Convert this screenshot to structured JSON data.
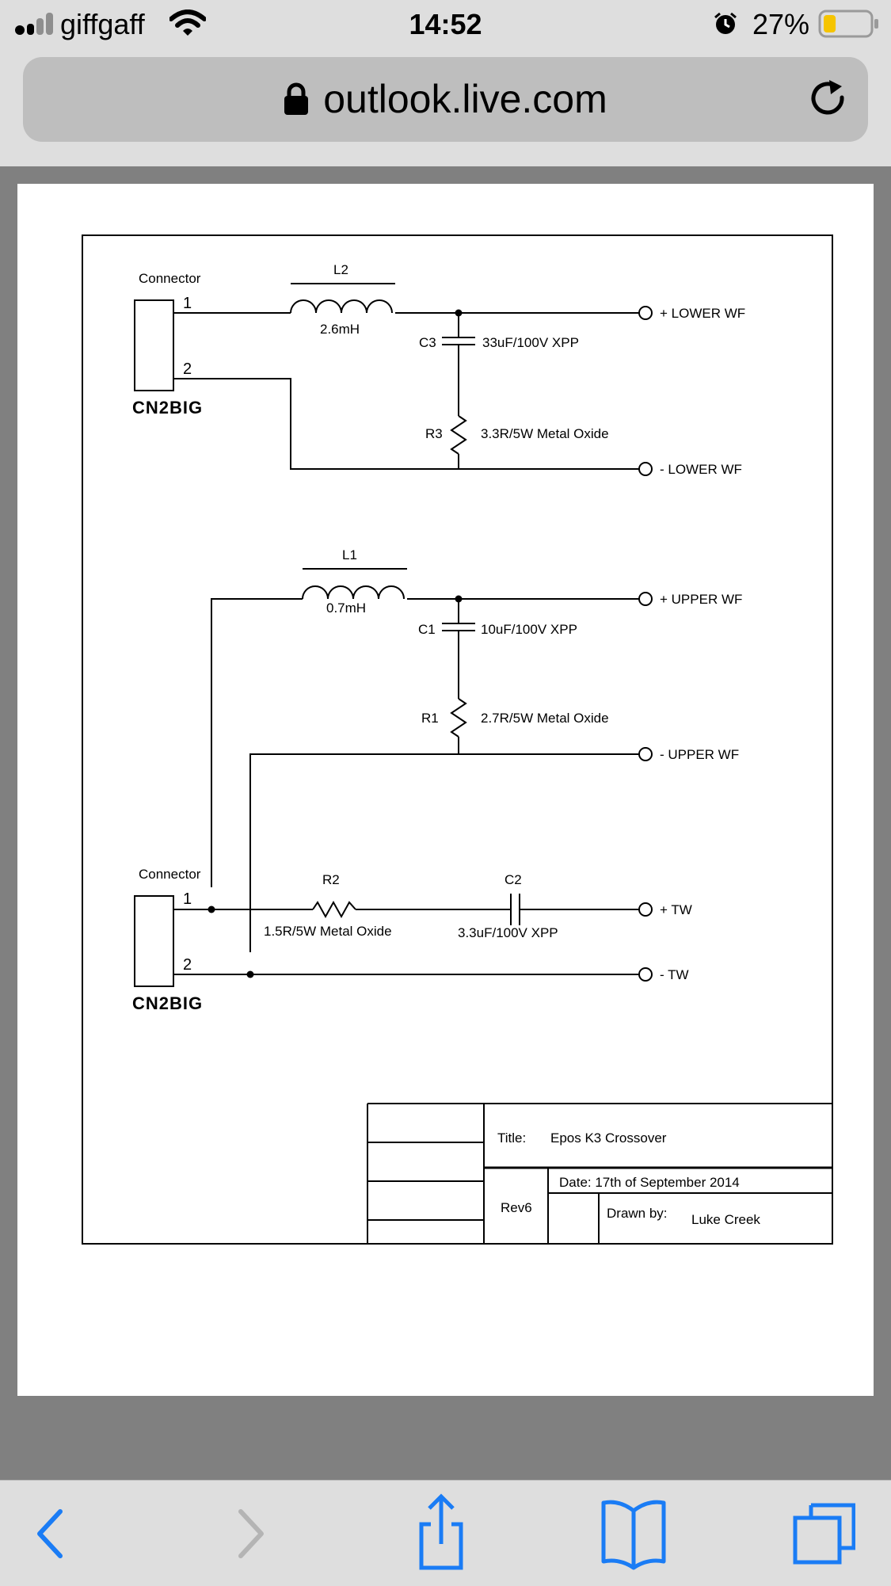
{
  "status_bar": {
    "carrier": "giffgaff",
    "time": "14:52",
    "battery_percent": "27%",
    "battery_level": 0.27,
    "signal_bars": 2,
    "battery_color": "#f5c400"
  },
  "browser": {
    "url": "outlook.live.com"
  },
  "schematic": {
    "connector_top": {
      "label": "Connector",
      "part": "CN2BIG",
      "pin1": "1",
      "pin2": "2"
    },
    "connector_bottom": {
      "label": "Connector",
      "part": "CN2BIG",
      "pin1": "1",
      "pin2": "2"
    },
    "L2": {
      "ref": "L2",
      "value": "2.6mH"
    },
    "C3": {
      "ref": "C3",
      "value": "33uF/100V XPP"
    },
    "R3": {
      "ref": "R3",
      "value": "3.3R/5W Metal Oxide"
    },
    "L1": {
      "ref": "L1",
      "value": "0.7mH"
    },
    "C1": {
      "ref": "C1",
      "value": "10uF/100V XPP"
    },
    "R1": {
      "ref": "R1",
      "value": "2.7R/5W Metal Oxide"
    },
    "R2": {
      "ref": "R2",
      "value": "1.5R/5W Metal Oxide"
    },
    "C2": {
      "ref": "C2",
      "value": "3.3uF/100V XPP"
    },
    "terminals": {
      "lower_wf_pos": "+ LOWER WF",
      "lower_wf_neg": "- LOWER WF",
      "upper_wf_pos": "+ UPPER WF",
      "upper_wf_neg": "- UPPER WF",
      "tw_pos": "+ TW",
      "tw_neg": "- TW"
    },
    "title_block": {
      "title_label": "Title:",
      "title": "Epos K3 Crossover",
      "date": "Date: 17th of September 2014",
      "rev": "Rev6",
      "drawn_by_label": "Drawn by:",
      "drawn_by": "Luke Creek"
    }
  },
  "toolbar": {
    "accent": "#1a7cf5",
    "disabled": "#b4b4b4"
  }
}
